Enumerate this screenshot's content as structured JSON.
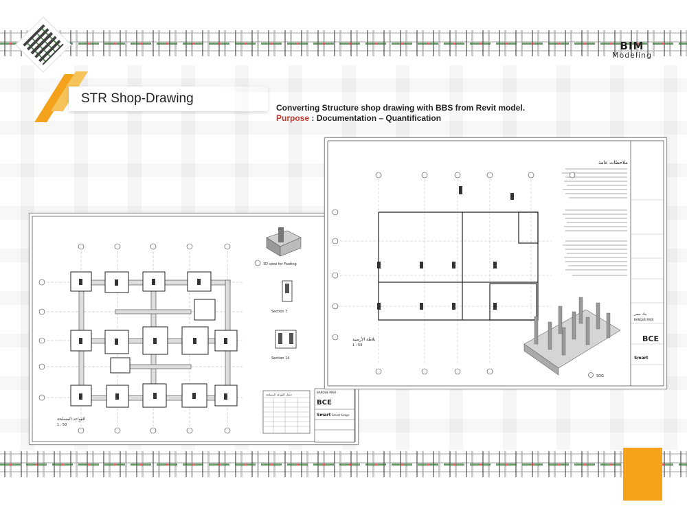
{
  "brand": {
    "bim_title": "BIM",
    "bim_subtitle": "Modeling"
  },
  "header": {
    "title": "STR Shop-Drawing",
    "description": "Converting Structure shop drawing with BBS from Revit model.",
    "purpose_label": "Purpose",
    "purpose_sep": " : ",
    "purpose_value": "Documentation – Quantification"
  },
  "left_sheet": {
    "view_3d_label": "3D view for Footing",
    "section7_label": "Section 7",
    "section14_label": "Section 14",
    "plan_title": "القواعد المسلحة",
    "plan_scale": "1 : 50",
    "schedule_title": "جدول القواعد المسلحة",
    "title_block": {
      "company": "BCE",
      "consultant": "Smart",
      "project": "Smart Scape",
      "client": "BANQUE MISR"
    }
  },
  "right_sheet": {
    "notes_title": "ملاحظات عامة",
    "plan_title": "بلاطة الأرضية",
    "plan_scale": "1 : 50",
    "view_3d_label": "SOG",
    "title_block": {
      "client": "بنك مصر",
      "client_en": "BANQUE MISR",
      "company": "BCE",
      "consultant": "Smart"
    }
  },
  "colors": {
    "accent_orange": "#f7a21b",
    "purpose_red": "#c0392b",
    "border_green": "#3a7a3a"
  }
}
